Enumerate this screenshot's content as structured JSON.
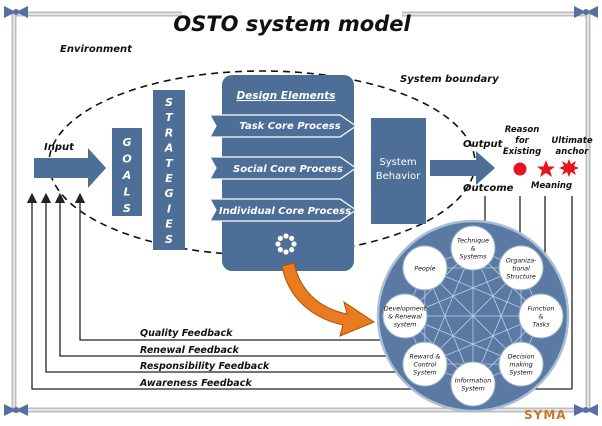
{
  "title": "OSTO system model",
  "environment_label": "Environment",
  "system_boundary_label": "System boundary",
  "input_label": "Input",
  "output_label": "Output",
  "outcome_label": "Outcome",
  "goals_letters": [
    "G",
    "O",
    "A",
    "L",
    "S"
  ],
  "strategies_letters": [
    "S",
    "T",
    "R",
    "A",
    "T",
    "E",
    "G",
    "I",
    "E",
    "S"
  ],
  "design_elements": {
    "header": "Design Elements",
    "processes": [
      "Task Core Process",
      "Social Core Process",
      "Individual Core Process"
    ]
  },
  "system_behavior": [
    "System",
    "Behavior"
  ],
  "meaning": {
    "reason": [
      "Reason",
      "for",
      "Existing"
    ],
    "anchor": [
      "Ultimate",
      "anchor"
    ],
    "label": "Meaning"
  },
  "feedback": [
    "Quality Feedback",
    "Renewal Feedback",
    "Responsibility Feedback",
    "Awareness Feedback"
  ],
  "design_circle_nodes": [
    [
      "Technique",
      "&",
      "Systems"
    ],
    [
      "Organiza-",
      "tional",
      "Structure"
    ],
    [
      "Function",
      "&",
      "Tasks"
    ],
    [
      "Decision",
      "making",
      "System"
    ],
    [
      "Information",
      "System"
    ],
    [
      "Reward &",
      "Control",
      "System"
    ],
    [
      "Development",
      "& Renewal",
      "system"
    ],
    [
      "People"
    ]
  ],
  "logo": "SYMA",
  "colors": {
    "box_fill": "#4d6e96",
    "circle_fill": "#5a7aa4",
    "arrow_orange": "#ec7a1e",
    "red_marks": "#e8141e",
    "title_bar": "#d8d8d8"
  }
}
